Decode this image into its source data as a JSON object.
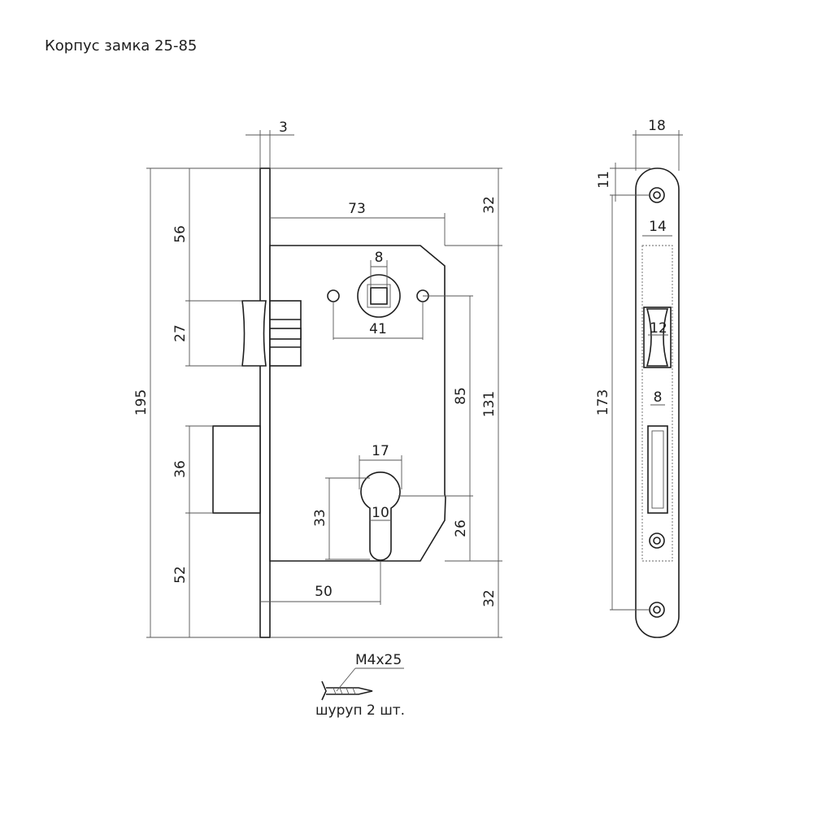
{
  "title": "Корпус замка 25-85",
  "dimensions": {
    "faceplate_thickness": "3",
    "backset_outer": "73",
    "top_offset": "32",
    "bottom_offset": "32",
    "spindle_square": "8",
    "handle_screw_spacing": "41",
    "centre_distance": "85",
    "body_height": "131",
    "total_height": "195",
    "latch_from_top": "56",
    "latch_height": "27",
    "deadbolt_height": "36",
    "deadbolt_to_bottom": "52",
    "cylinder_width": "17",
    "cylinder_height": "33",
    "cylinder_narrow": "10",
    "cylinder_to_body_bottom": "26",
    "backset": "50",
    "faceplate_width": "18",
    "screw_hole_offset": "11",
    "faceplate_inner_width": "14",
    "latch_slot_width": "12",
    "bolt_slot_width": "8",
    "faceplate_length": "173"
  },
  "screw": {
    "spec": "М4х25",
    "note": "шуруп 2 шт."
  }
}
